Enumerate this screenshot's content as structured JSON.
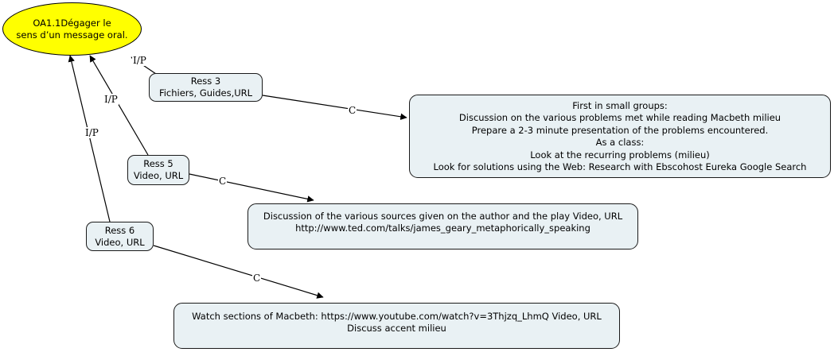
{
  "diagram": {
    "title_node": {
      "id": "goal",
      "label": "OA1.1Dégager le\nsens d’un message oral.",
      "shape": "ellipse",
      "fill": "#ffff00",
      "stroke": "#000000"
    },
    "resource_nodes": [
      {
        "id": "ress3",
        "label": "Ress 3\nFichiers, Guides,URL",
        "fill": "#e9f1f4"
      },
      {
        "id": "ress5",
        "label": "Ress 5\nVideo, URL",
        "fill": "#e9f1f4"
      },
      {
        "id": "ress6",
        "label": "Ress 6\nVideo, URL",
        "fill": "#e9f1f4"
      }
    ],
    "content_boxes": [
      {
        "id": "activity-top",
        "label": "First in small groups:\nDiscussion on the various problems met while reading Macbeth milieu\nPrepare a 2-3 minute presentation of the problems encountered.\nAs a class:\nLook at the recurring problems (milieu)\nLook for solutions using the Web:  Research with Ebscohost    Eureka  Google Search",
        "fill": "#e9f1f4"
      },
      {
        "id": "activity-middle",
        "label": "Discussion of the various sources given on the author and the play Video, URL\nhttp://www.ted.com/talks/james_geary_metaphorically_speaking",
        "fill": "#e9f1f4"
      },
      {
        "id": "activity-bottom",
        "label": "Watch sections of Macbeth: https://www.youtube.com/watch?v=3Thjzq_LhmQ Video, URL\nDiscuss accent milieu",
        "fill": "#e9f1f4"
      }
    ],
    "edge_labels": {
      "ip": "I/P",
      "c": "C"
    },
    "edges": [
      {
        "from": "ress3",
        "to": "goal",
        "label": "I/P"
      },
      {
        "from": "ress5",
        "to": "goal",
        "label": "I/P"
      },
      {
        "from": "ress6",
        "to": "goal",
        "label": "I/P"
      },
      {
        "from": "ress3",
        "to": "activity-top",
        "label": "C"
      },
      {
        "from": "ress5",
        "to": "activity-middle",
        "label": "C"
      },
      {
        "from": "ress6",
        "to": "activity-bottom",
        "label": "C"
      }
    ]
  }
}
